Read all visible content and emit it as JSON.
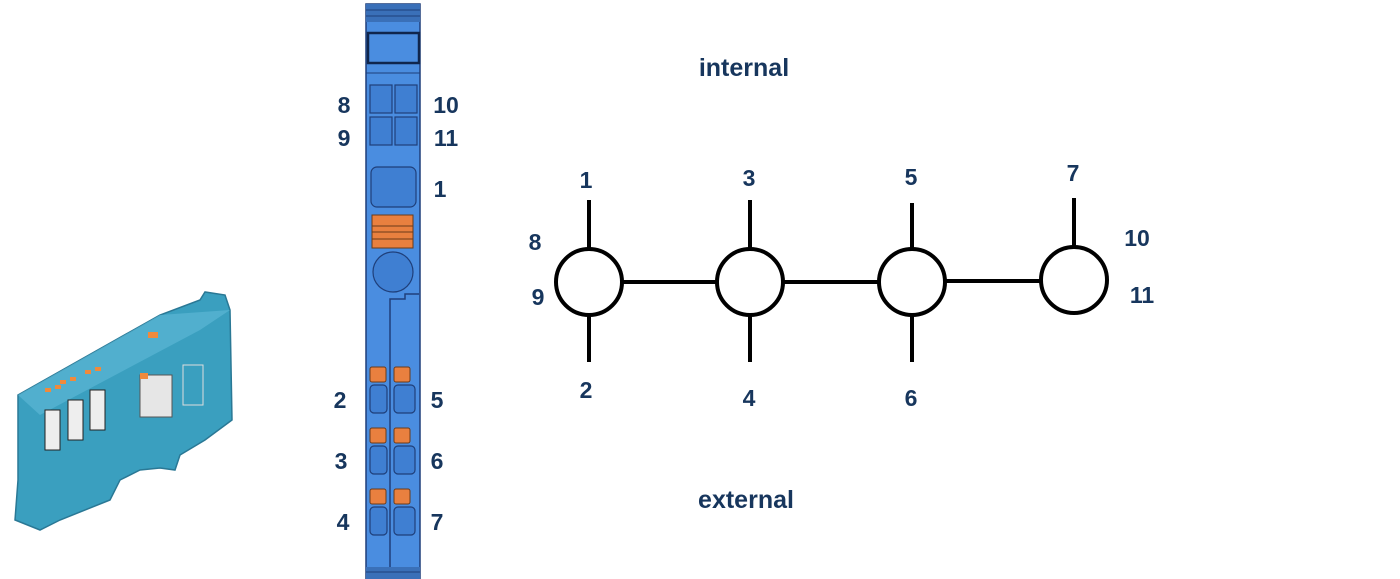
{
  "diagram": {
    "section_labels": {
      "internal": "internal",
      "external": "external"
    },
    "terminal_labels": [
      "8",
      "9",
      "10",
      "11",
      "1",
      "2",
      "5",
      "3",
      "6",
      "4",
      "7"
    ],
    "schematic": {
      "top_labels": [
        "1",
        "3",
        "5",
        "7"
      ],
      "bottom_labels": [
        "2",
        "4",
        "6"
      ],
      "left_labels": [
        "8",
        "9"
      ],
      "right_labels": [
        "10",
        "11"
      ]
    },
    "colors": {
      "housing_blue": "#4a8de0",
      "product_teal": "#3a9fbf",
      "actuator_orange": "#e9803f",
      "label_navy": "#17365d"
    }
  }
}
